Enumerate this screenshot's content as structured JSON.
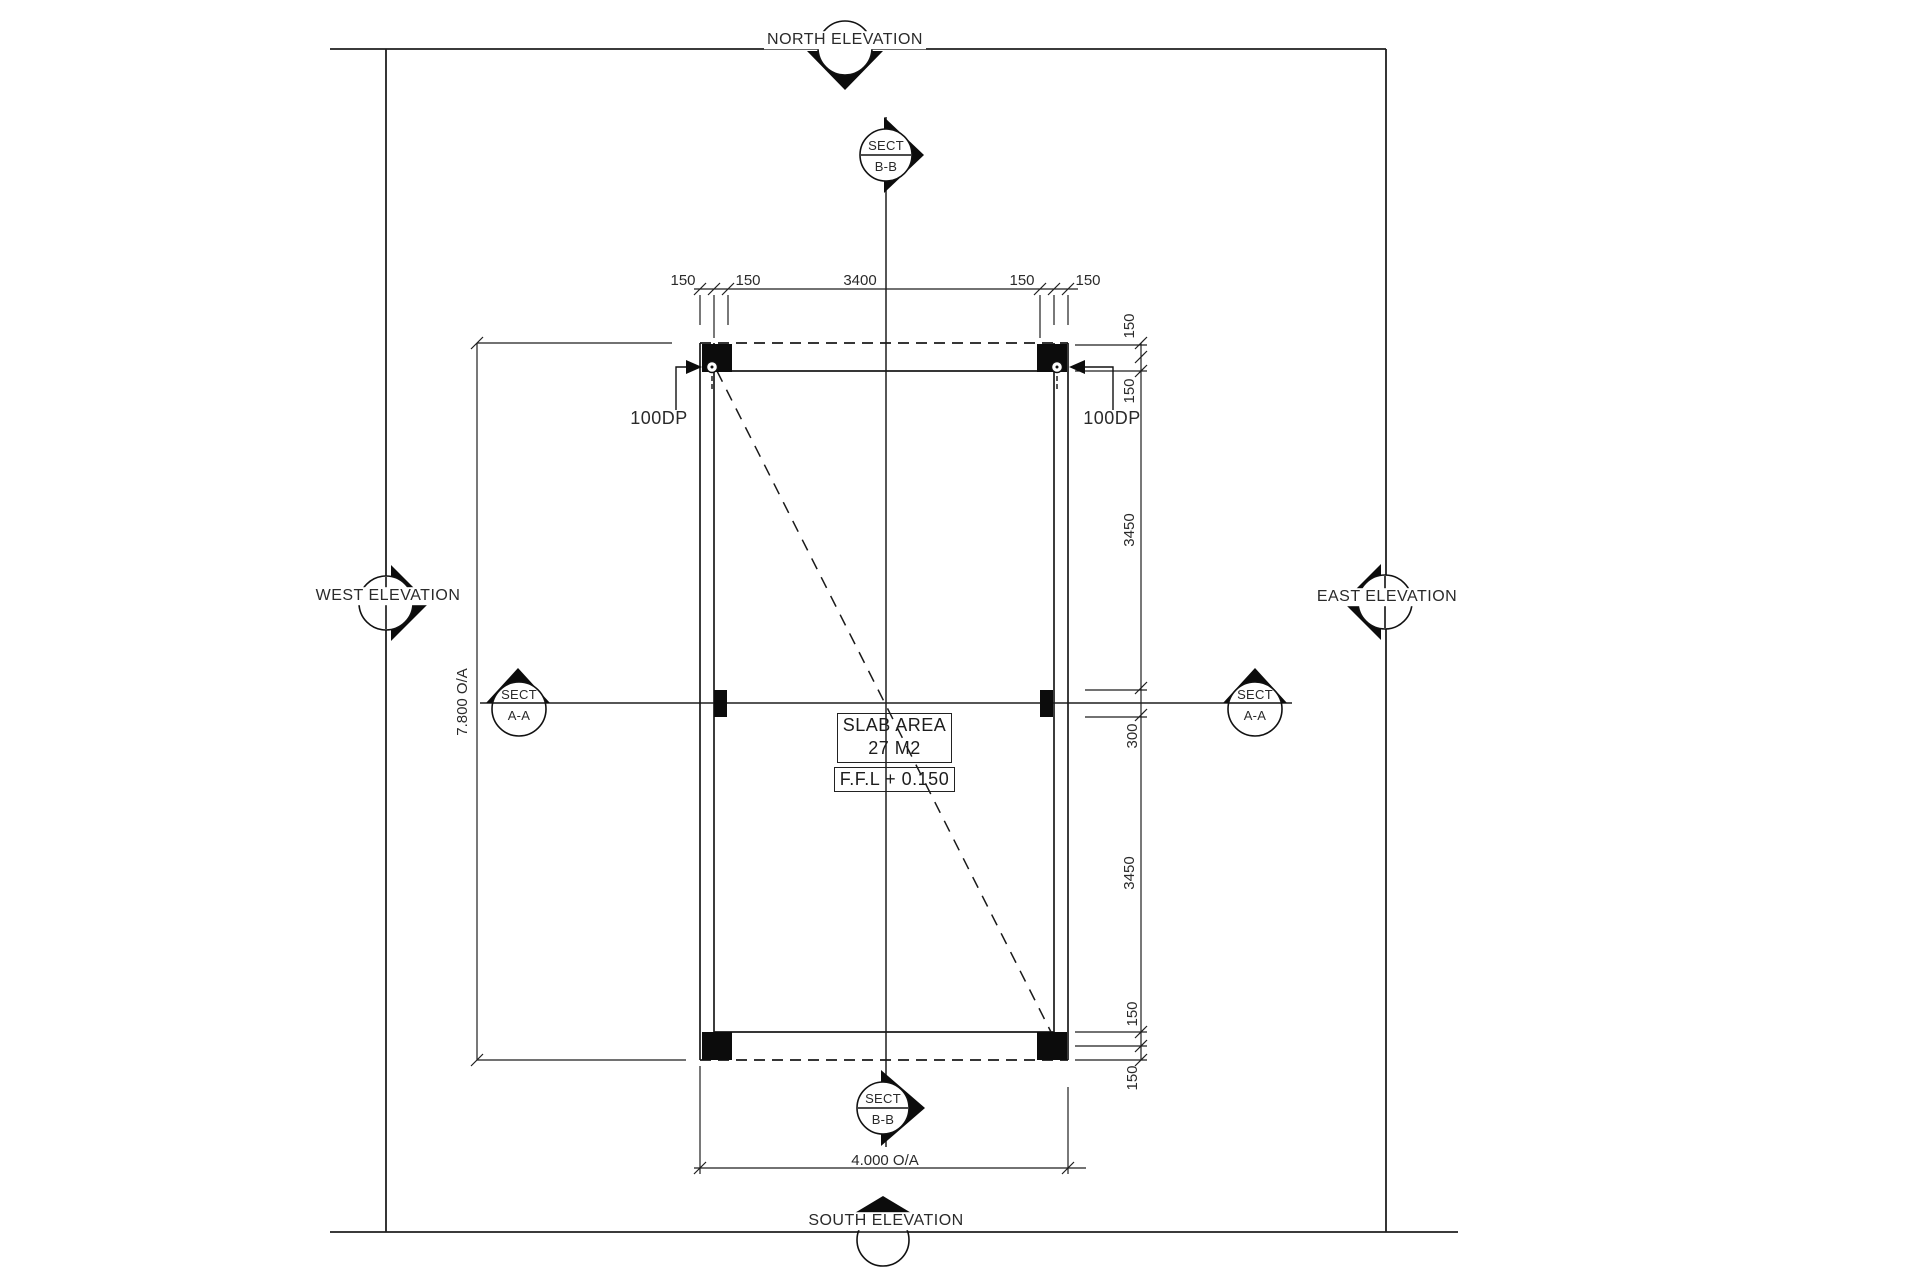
{
  "elevations": {
    "north": "NORTH ELEVATION",
    "south": "SOUTH ELEVATION",
    "west": "WEST ELEVATION",
    "east": "EAST ELEVATION"
  },
  "sections": {
    "label": "SECT",
    "aa": "A-A",
    "bb": "B-B"
  },
  "dims": {
    "top": [
      "150",
      "150",
      "3400",
      "150",
      "150"
    ],
    "right": [
      "150",
      "150",
      "3450",
      "300",
      "3450",
      "150",
      "150"
    ],
    "left_overall": "7.800 O/A",
    "bottom_overall": "4.000 O/A"
  },
  "notes": {
    "slab_area_line1": "SLAB AREA",
    "slab_area_line2": "27 M2",
    "ffl": "F.F.L + 0.150",
    "dp_left": "100DP",
    "dp_right": "100DP"
  }
}
